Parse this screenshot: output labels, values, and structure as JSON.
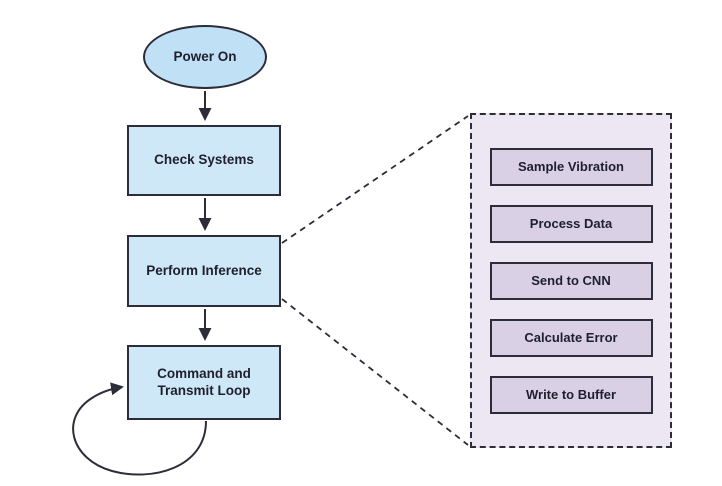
{
  "flowchart": {
    "start": {
      "label": "Power On"
    },
    "steps": [
      {
        "label": "Check Systems"
      },
      {
        "label": "Perform Inference"
      },
      {
        "label": "Command and Transmit Loop"
      }
    ],
    "detail_panel": {
      "items": [
        {
          "label": "Sample Vibration"
        },
        {
          "label": "Process Data"
        },
        {
          "label": "Send to CNN"
        },
        {
          "label": "Calculate Error"
        },
        {
          "label": "Write to Buffer"
        }
      ]
    },
    "colors": {
      "start_fill": "#bfe0f5",
      "step_fill": "#cfe8f7",
      "panel_fill": "#ece7f3",
      "detail_fill": "#d9d0e5",
      "border": "#2d2d3a",
      "line": "#2d2d3a",
      "text": "#1f1f2e"
    }
  }
}
